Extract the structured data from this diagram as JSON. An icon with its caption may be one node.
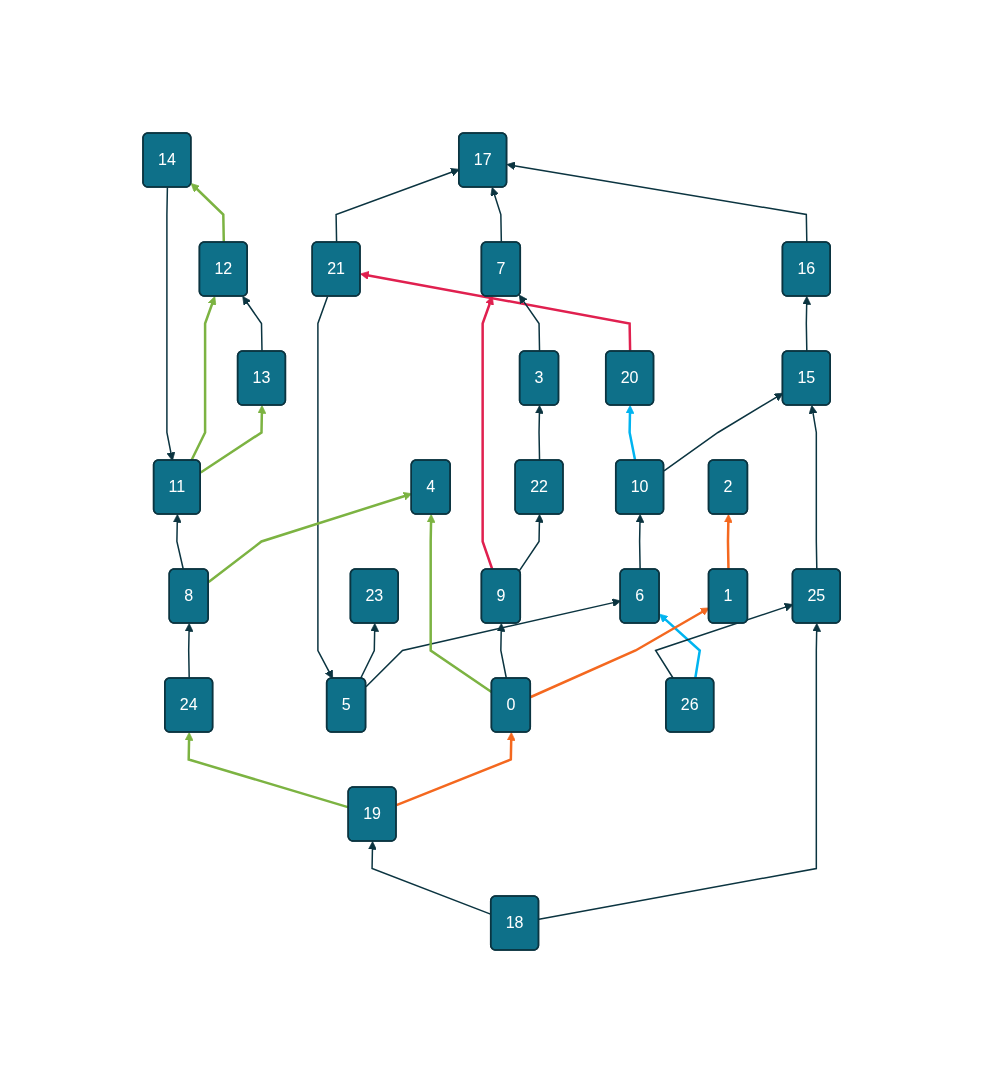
{
  "diagram": {
    "nodes": [
      {
        "text": [
          "0"
        ]
      },
      {
        "text": [
          "1"
        ]
      },
      {
        "text": [
          "2"
        ]
      },
      {
        "text": [
          "3"
        ]
      },
      {
        "text": [
          "4"
        ]
      },
      {
        "text": [
          "5"
        ]
      },
      {
        "text": [
          "6"
        ]
      },
      {
        "text": [
          "7"
        ]
      },
      {
        "text": [
          "8"
        ]
      },
      {
        "text": [
          "9"
        ]
      },
      {
        "text": [
          "10"
        ]
      },
      {
        "text": [
          "11"
        ]
      },
      {
        "text": [
          "12"
        ]
      },
      {
        "text": [
          "13"
        ]
      },
      {
        "text": [
          "14"
        ]
      },
      {
        "text": [
          "15"
        ]
      },
      {
        "text": [
          "16"
        ]
      },
      {
        "text": [
          "17"
        ]
      },
      {
        "text": [
          "18"
        ]
      },
      {
        "text": [
          "19"
        ]
      },
      {
        "text": [
          "20"
        ]
      },
      {
        "text": [
          "21"
        ]
      },
      {
        "text": [
          "22"
        ]
      },
      {
        "text": [
          "23"
        ]
      },
      {
        "text": [
          "24"
        ]
      },
      {
        "text": [
          "25"
        ]
      },
      {
        "text": [
          "26"
        ]
      }
    ],
    "edges": [
      {
        "from": 16,
        "to": 17,
        "arrow": "to"
      },
      {
        "from": 21,
        "to": 17,
        "arrow": "to"
      },
      {
        "from": 7,
        "to": 17,
        "arrow": "to"
      },
      {
        "from": 15,
        "to": 16,
        "arrow": "to"
      },
      {
        "from": 10,
        "to": 15,
        "arrow": "to"
      },
      {
        "from": 10,
        "to": 20,
        "arrow": "to",
        "color": "#00b4f0"
      },
      {
        "from": 20,
        "to": 21,
        "arrow": "to",
        "color": "#e0204f"
      },
      {
        "from": 21,
        "to": 5,
        "arrow": "to"
      },
      {
        "from": 3,
        "to": 7,
        "arrow": "to"
      },
      {
        "from": 22,
        "to": 3,
        "arrow": "to"
      },
      {
        "from": 9,
        "to": 22,
        "arrow": "to"
      },
      {
        "from": 9,
        "to": 7,
        "arrow": "to",
        "color": "#e0204f"
      },
      {
        "from": 6,
        "to": 10,
        "arrow": "to"
      },
      {
        "from": 26,
        "to": 6,
        "arrow": "to",
        "color": "#00b4f0"
      },
      {
        "from": 26,
        "to": 25,
        "arrow": "to"
      },
      {
        "from": 5,
        "to": 6,
        "arrow": "to"
      },
      {
        "from": 5,
        "to": 23,
        "arrow": "to"
      },
      {
        "from": 25,
        "to": 15,
        "arrow": "to"
      },
      {
        "from": 18,
        "to": 25,
        "arrow": "to"
      },
      {
        "from": 18,
        "to": 19,
        "arrow": "to"
      },
      {
        "from": 19,
        "to": 0,
        "arrow": "to",
        "color": "#f4681f"
      },
      {
        "from": 0,
        "to": 1,
        "arrow": "to",
        "color": "#f4681f"
      },
      {
        "from": 1,
        "to": 2,
        "arrow": "to",
        "color": "#f4681f"
      },
      {
        "from": 0,
        "to": 9,
        "arrow": "to"
      },
      {
        "from": 0,
        "to": 4,
        "arrow": "to",
        "color": "#7cb342"
      },
      {
        "from": 8,
        "to": 4,
        "arrow": "to",
        "color": "#7cb342"
      },
      {
        "from": 8,
        "to": 11,
        "arrow": "to"
      },
      {
        "from": 24,
        "to": 8,
        "arrow": "to"
      },
      {
        "from": 19,
        "to": 24,
        "arrow": "to",
        "color": "#7cb342"
      },
      {
        "from": 11,
        "to": 13,
        "arrow": "to",
        "color": "#7cb342"
      },
      {
        "from": 13,
        "to": 12,
        "arrow": "to"
      },
      {
        "from": 11,
        "to": 12,
        "arrow": "to",
        "color": "#7cb342"
      },
      {
        "from": 12,
        "to": 14,
        "arrow": "to",
        "color": "#7cb342"
      },
      {
        "from": 14,
        "to": 11,
        "arrow": "to"
      }
    ]
  }
}
